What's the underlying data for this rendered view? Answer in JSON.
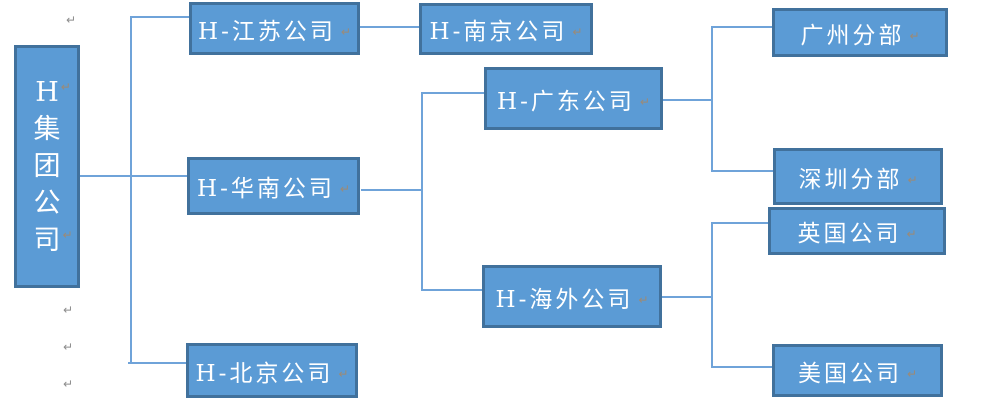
{
  "diagram": {
    "type": "org-chart",
    "hierarchy": {
      "H 集团公司": [
        "H-江苏公司",
        "H-华南公司",
        "H-北京公司"
      ],
      "H-江苏公司": [
        "H-南京公司"
      ],
      "H-华南公司": [
        "H-广东公司",
        "H-海外公司"
      ],
      "H-广东公司": [
        "广州分部",
        "深圳分部"
      ],
      "H-海外公司": [
        "英国公司",
        "美国公司"
      ]
    }
  },
  "nodes": {
    "group": {
      "lines": [
        "H",
        "集",
        "团",
        "公",
        "司"
      ]
    },
    "jiangsu": {
      "label": "H-江苏公司"
    },
    "nanjing": {
      "label": "H-南京公司"
    },
    "huanan": {
      "label": "H-华南公司"
    },
    "guangdong": {
      "label": "H-广东公司"
    },
    "haiwai": {
      "label": "H-海外公司"
    },
    "beijing": {
      "label": "H-北京公司"
    },
    "guangzhou": {
      "label": "广州分部"
    },
    "shenzhen": {
      "label": "深圳分部"
    },
    "yingguo": {
      "label": "英国公司"
    },
    "meiguo": {
      "label": "美国公司"
    }
  },
  "marks": {
    "pilcrow": "↵"
  },
  "colors": {
    "box_fill": "#5B9BD5",
    "box_border": "#41719C",
    "connector": "#6FA3D9",
    "text": "#FFFFFF",
    "mark_gray": "#8C8C8C",
    "mark_tan": "#9C8A76"
  }
}
